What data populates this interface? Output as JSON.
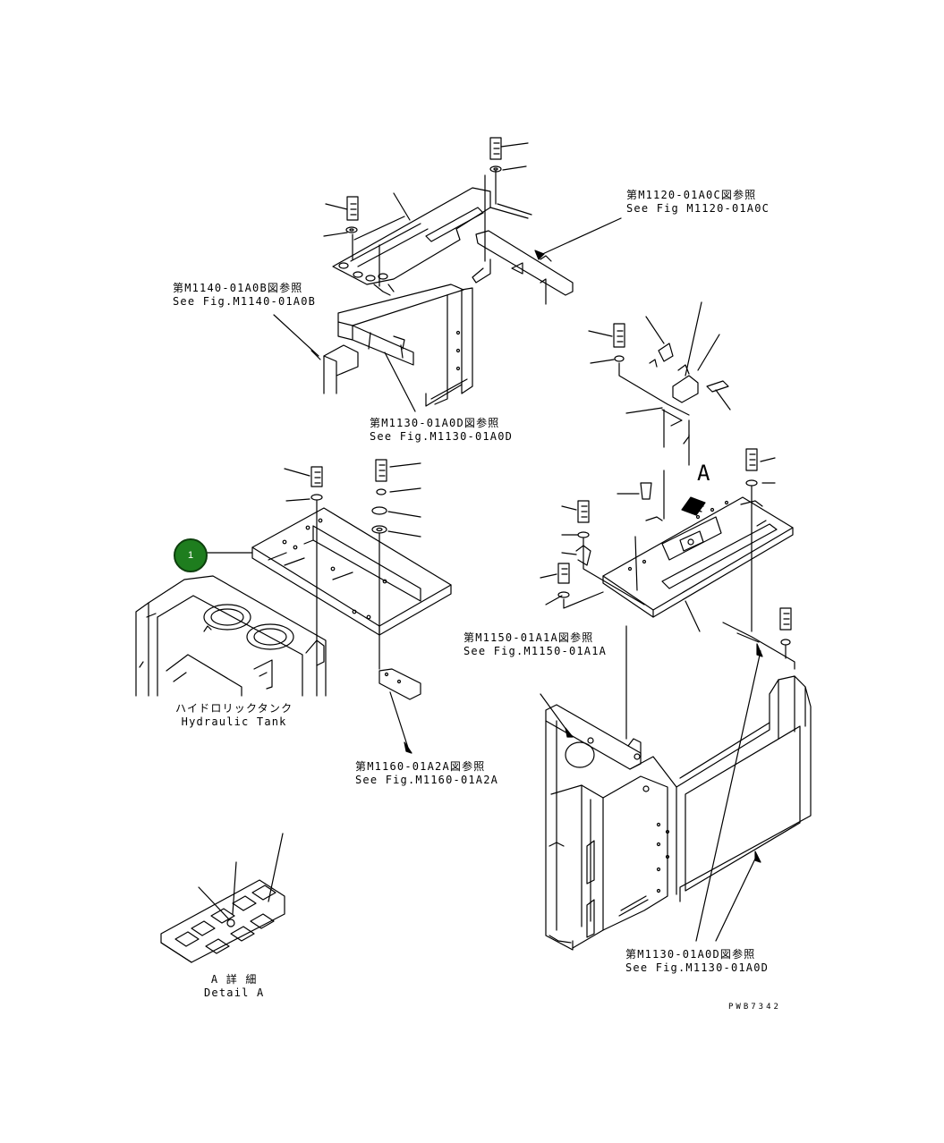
{
  "callout": {
    "number": "1"
  },
  "references": {
    "m1120": {
      "ja": "第M1120-01A0C図参照",
      "en": "See Fig M1120-01A0C"
    },
    "m1140": {
      "ja": "第M1140-01A0B図参照",
      "en": "See Fig.M1140-01A0B"
    },
    "m1130_top": {
      "ja": "第M1130-01A0D図参照",
      "en": "See Fig.M1130-01A0D"
    },
    "m1150": {
      "ja": "第M1150-01A1A図参照",
      "en": "See Fig.M1150-01A1A"
    },
    "m1160": {
      "ja": "第M1160-01A2A図参照",
      "en": "See Fig.M1160-01A2A"
    },
    "m1130_bottom": {
      "ja": "第M1130-01A0D図参照",
      "en": "See Fig.M1130-01A0D"
    }
  },
  "hydraulic_tank": {
    "ja": "ハイドロリックタンク",
    "en": "Hydraulic Tank"
  },
  "detail_a": {
    "ja": "A 詳 細",
    "en": "Detail A"
  },
  "view_marker": "A",
  "drawing_number": "PWB7342",
  "colors": {
    "callout_fill": "#1e7d1e",
    "line": "#000000"
  }
}
